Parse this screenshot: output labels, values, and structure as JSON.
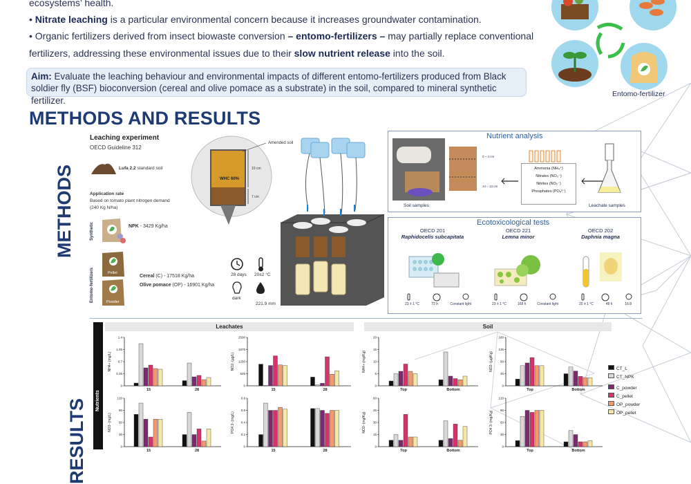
{
  "intro": {
    "line0": "ecosystems’ health.",
    "bullet1_bold": "Nitrate leaching",
    "bullet1_rest": " is a particular environmental concern because it increases groundwater contamination.",
    "bullet2_a": "Organic fertilizers derived from insect biowaste conversion ",
    "bullet2_b": "– entomo-fertilizers –",
    "bullet2_c": " may partially replace conventional fertilizers, addressing these environmental issues due to their ",
    "bullet2_d": "slow nutrient release",
    "bullet2_e": " into the soil."
  },
  "aim": {
    "label": "Aim:",
    "text": " Evaluate the leaching behaviour and environmental impacts of different entomo-fertilizers produced from Black soldier fly (BSF) bioconversion (cereal and olive pomace as a substrate) in the soil, compared to mineral synthetic fertilizer."
  },
  "cycle_label": "Entomo-fertilizer",
  "section_title": "METHODS AND RESULTS",
  "methods_label": "METHODS",
  "results_label": "RESULTS",
  "leaching": {
    "title": "Leaching experiment",
    "guideline": "OECD Guideline 312",
    "soil": "Lufa 2.2",
    "soil_rest": " standard soil",
    "app_rate": "Application rate",
    "app_desc1": "Based on tomato plant nitrogen demand",
    "app_desc2": "(240 Kg N/ha)",
    "synthetic": "Synthetic",
    "npk_b": "NPK",
    "npk": " - 3429 Kg/ha",
    "entomo": "Entomo-fertilizers",
    "pellet": "Pellet",
    "powder": "Powder",
    "cereal_b": "Cereal",
    "cereal": " (C) - 17518 Kg/ha",
    "olive_b": "Olive pomace",
    "olive": " (OP) - 16901 Kg/ha",
    "amended": "Amended soil",
    "whc": "WHC 60%",
    "cm10": "10 cm",
    "cm7": "7 cm",
    "days": "28 days",
    "temp": "20±2 °C",
    "dark": "dark",
    "rain": "221.9 mm"
  },
  "nutrient": {
    "title": "Nutrient analysis",
    "depth1": "0 – 4 cm",
    "depth2": "14 – 13 cm",
    "items": [
      "Ammonia (NH₄⁺)",
      "Nitrates (NO₃⁻)",
      "Nitrites (NO₂⁻)",
      "Phosphates (PO₄³⁻)"
    ],
    "soil_samples": "Soil samples",
    "leachate_samples": "Leachate samples"
  },
  "ecotox": {
    "title": "Ecotoxicological tests",
    "tests": [
      {
        "code": "OECD 201",
        "species": "Raphidocelis subcapitata",
        "conds": [
          "23 ± 1 °C",
          "72 h",
          "Constant light"
        ]
      },
      {
        "code": "OECD 221",
        "species": "Lemna minor",
        "conds": [
          "23 ± 1 °C",
          "168 h",
          "Constant light"
        ]
      },
      {
        "code": "OECD 202",
        "species": "Daphnia magna",
        "conds": [
          "20 ± 1 °C",
          "48 h",
          "16:8"
        ]
      }
    ]
  },
  "results": {
    "nutrients": "Nutrients",
    "leachates": "Leachates",
    "soil": "Soil",
    "legend": [
      "CT_L",
      "CT_NPK",
      "C_powder",
      "C_pellet",
      "OP_powder",
      "OP_pellet"
    ],
    "leg_colors": [
      "#111111",
      "#d8d8d8",
      "#7a2a6e",
      "#d6336c",
      "#f29a6e",
      "#f6e7a6"
    ],
    "leach_x": [
      "15",
      "28"
    ],
    "soil_x": [
      "Top",
      "Bottom"
    ]
  },
  "chart_data": [
    {
      "type": "bar",
      "title": "",
      "ylabel": "NH4+ (mg/L)",
      "categories": [
        "15",
        "28"
      ],
      "ylim": [
        0,
        1.4
      ],
      "series": [
        {
          "name": "CT_L",
          "values": [
            0.08,
            0.15
          ]
        },
        {
          "name": "CT_NPK",
          "values": [
            1.22,
            0.66
          ]
        },
        {
          "name": "C_powder",
          "values": [
            0.52,
            0.26
          ]
        },
        {
          "name": "C_pellet",
          "values": [
            0.6,
            0.3
          ]
        },
        {
          "name": "OP_powder",
          "values": [
            0.5,
            0.18
          ]
        },
        {
          "name": "OP_pellet",
          "values": [
            0.48,
            0.24
          ]
        }
      ]
    },
    {
      "type": "bar",
      "title": "",
      "ylabel": "NO2- (µg/L)",
      "categories": [
        "15",
        "28"
      ],
      "ylim": [
        0,
        2500
      ],
      "series": [
        {
          "name": "CT_L",
          "values": [
            1120,
            450
          ]
        },
        {
          "name": "CT_NPK",
          "values": [
            20,
            50
          ]
        },
        {
          "name": "C_powder",
          "values": [
            1050,
            130
          ]
        },
        {
          "name": "C_pellet",
          "values": [
            1550,
            1500
          ]
        },
        {
          "name": "OP_powder",
          "values": [
            1080,
            600
          ]
        },
        {
          "name": "OP_pellet",
          "values": [
            1050,
            780
          ]
        }
      ]
    },
    {
      "type": "bar",
      "title": "",
      "ylabel": "NO3- (mg/L)",
      "categories": [
        "15",
        "28"
      ],
      "ylim": [
        0,
        120
      ],
      "series": [
        {
          "name": "CT_L",
          "values": [
            80,
            30
          ]
        },
        {
          "name": "CT_NPK",
          "values": [
            108,
            85
          ]
        },
        {
          "name": "C_powder",
          "values": [
            68,
            30
          ]
        },
        {
          "name": "C_pellet",
          "values": [
            24,
            44
          ]
        },
        {
          "name": "OP_powder",
          "values": [
            68,
            14
          ]
        },
        {
          "name": "OP_pellet",
          "values": [
            68,
            44
          ]
        }
      ]
    },
    {
      "type": "bar",
      "title": "",
      "ylabel": "PO4 3- (mg/L)",
      "categories": [
        "15",
        "28"
      ],
      "ylim": [
        0,
        0.8
      ],
      "series": [
        {
          "name": "CT_L",
          "values": [
            0.2,
            0.63
          ]
        },
        {
          "name": "CT_NPK",
          "values": [
            0.72,
            0.63
          ]
        },
        {
          "name": "C_powder",
          "values": [
            0.6,
            0.6
          ]
        },
        {
          "name": "C_pellet",
          "values": [
            0.6,
            0.55
          ]
        },
        {
          "name": "OP_powder",
          "values": [
            0.65,
            0.6
          ]
        },
        {
          "name": "OP_pellet",
          "values": [
            0.62,
            0.6
          ]
        }
      ]
    },
    {
      "type": "bar",
      "title": "",
      "ylabel": "NH4+ (mg/Kg)",
      "categories": [
        "Top",
        "Bottom"
      ],
      "ylim": [
        0,
        20
      ],
      "series": [
        {
          "name": "CT_L",
          "values": [
            2,
            2.5
          ]
        },
        {
          "name": "CT_NPK",
          "values": [
            5,
            14
          ]
        },
        {
          "name": "C_powder",
          "values": [
            6,
            4
          ]
        },
        {
          "name": "C_pellet",
          "values": [
            9,
            3
          ]
        },
        {
          "name": "OP_powder",
          "values": [
            6,
            2.5
          ]
        },
        {
          "name": "OP_pellet",
          "values": [
            5,
            4
          ]
        }
      ]
    },
    {
      "type": "bar",
      "title": "",
      "ylabel": "NO2- (µg/Kg)",
      "categories": [
        "Top",
        "Bottom"
      ],
      "ylim": [
        0,
        180
      ],
      "series": [
        {
          "name": "CT_L",
          "values": [
            25,
            45
          ]
        },
        {
          "name": "CT_NPK",
          "values": [
            75,
            70
          ]
        },
        {
          "name": "C_powder",
          "values": [
            85,
            55
          ]
        },
        {
          "name": "C_pellet",
          "values": [
            105,
            35
          ]
        },
        {
          "name": "OP_powder",
          "values": [
            75,
            30
          ]
        },
        {
          "name": "OP_pellet",
          "values": [
            75,
            30
          ]
        }
      ]
    },
    {
      "type": "bar",
      "title": "",
      "ylabel": "NO3- (mg/Kg)",
      "categories": [
        "Top",
        "Bottom"
      ],
      "ylim": [
        0,
        60
      ],
      "series": [
        {
          "name": "CT_L",
          "values": [
            8,
            8
          ]
        },
        {
          "name": "CT_NPK",
          "values": [
            15,
            32
          ]
        },
        {
          "name": "C_powder",
          "values": [
            8,
            10
          ]
        },
        {
          "name": "C_pellet",
          "values": [
            40,
            28
          ]
        },
        {
          "name": "OP_powder",
          "values": [
            12,
            8
          ]
        },
        {
          "name": "OP_pellet",
          "values": [
            12,
            25
          ]
        }
      ]
    },
    {
      "type": "bar",
      "title": "",
      "ylabel": "PO4 3- (mg/Kg)",
      "categories": [
        "Top",
        "Bottom"
      ],
      "ylim": [
        0,
        120
      ],
      "series": [
        {
          "name": "CT_L",
          "values": [
            15,
            12
          ]
        },
        {
          "name": "CT_NPK",
          "values": [
            75,
            40
          ]
        },
        {
          "name": "C_powder",
          "values": [
            90,
            30
          ]
        },
        {
          "name": "C_pellet",
          "values": [
            85,
            12
          ]
        },
        {
          "name": "OP_powder",
          "values": [
            90,
            12
          ]
        },
        {
          "name": "OP_pellet",
          "values": [
            90,
            15
          ]
        }
      ]
    }
  ]
}
